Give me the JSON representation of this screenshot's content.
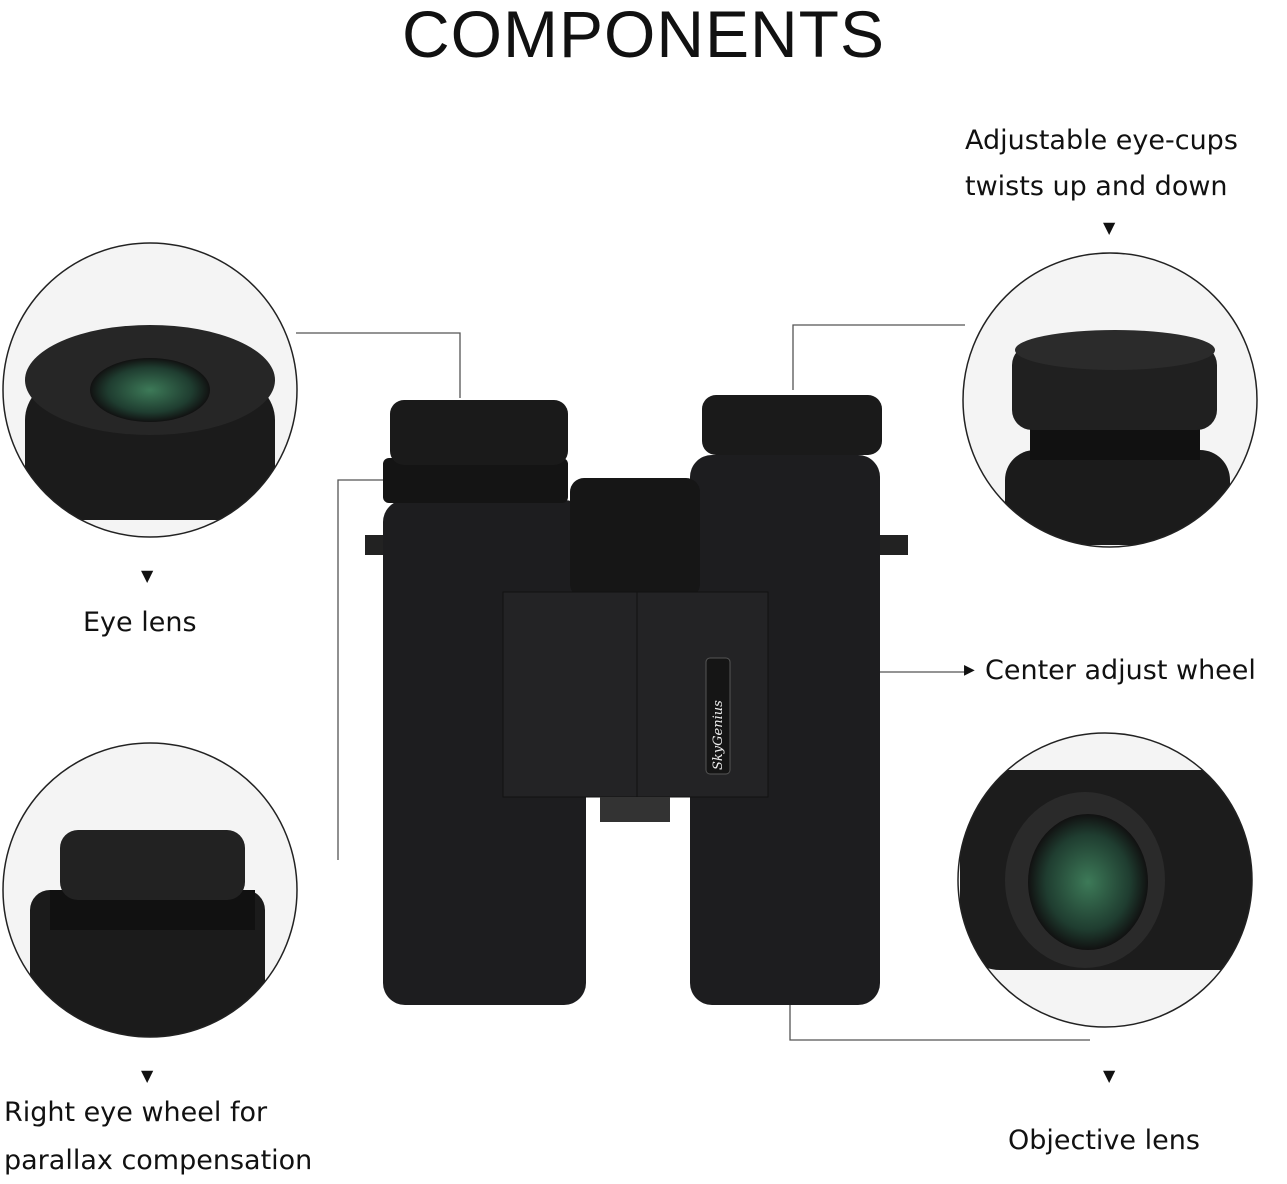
{
  "title": "COMPONENTS",
  "brand_logo": "SkyGenius",
  "callouts": {
    "eye_lens": "Eye lens",
    "eye_cups_line1": "Adjustable eye-cups",
    "eye_cups_line2": "twists up and down",
    "center_wheel": "Center adjust wheel",
    "right_eye_line1": "Right eye wheel for",
    "right_eye_line2": "parallax compensation",
    "objective_lens": "Objective lens"
  },
  "arrow_glyph_down": "▼",
  "arrow_glyph_right": "▶",
  "colors": {
    "body": "#1d1d1f",
    "line": "#555555",
    "lens_tint": "#2f6b4a"
  }
}
